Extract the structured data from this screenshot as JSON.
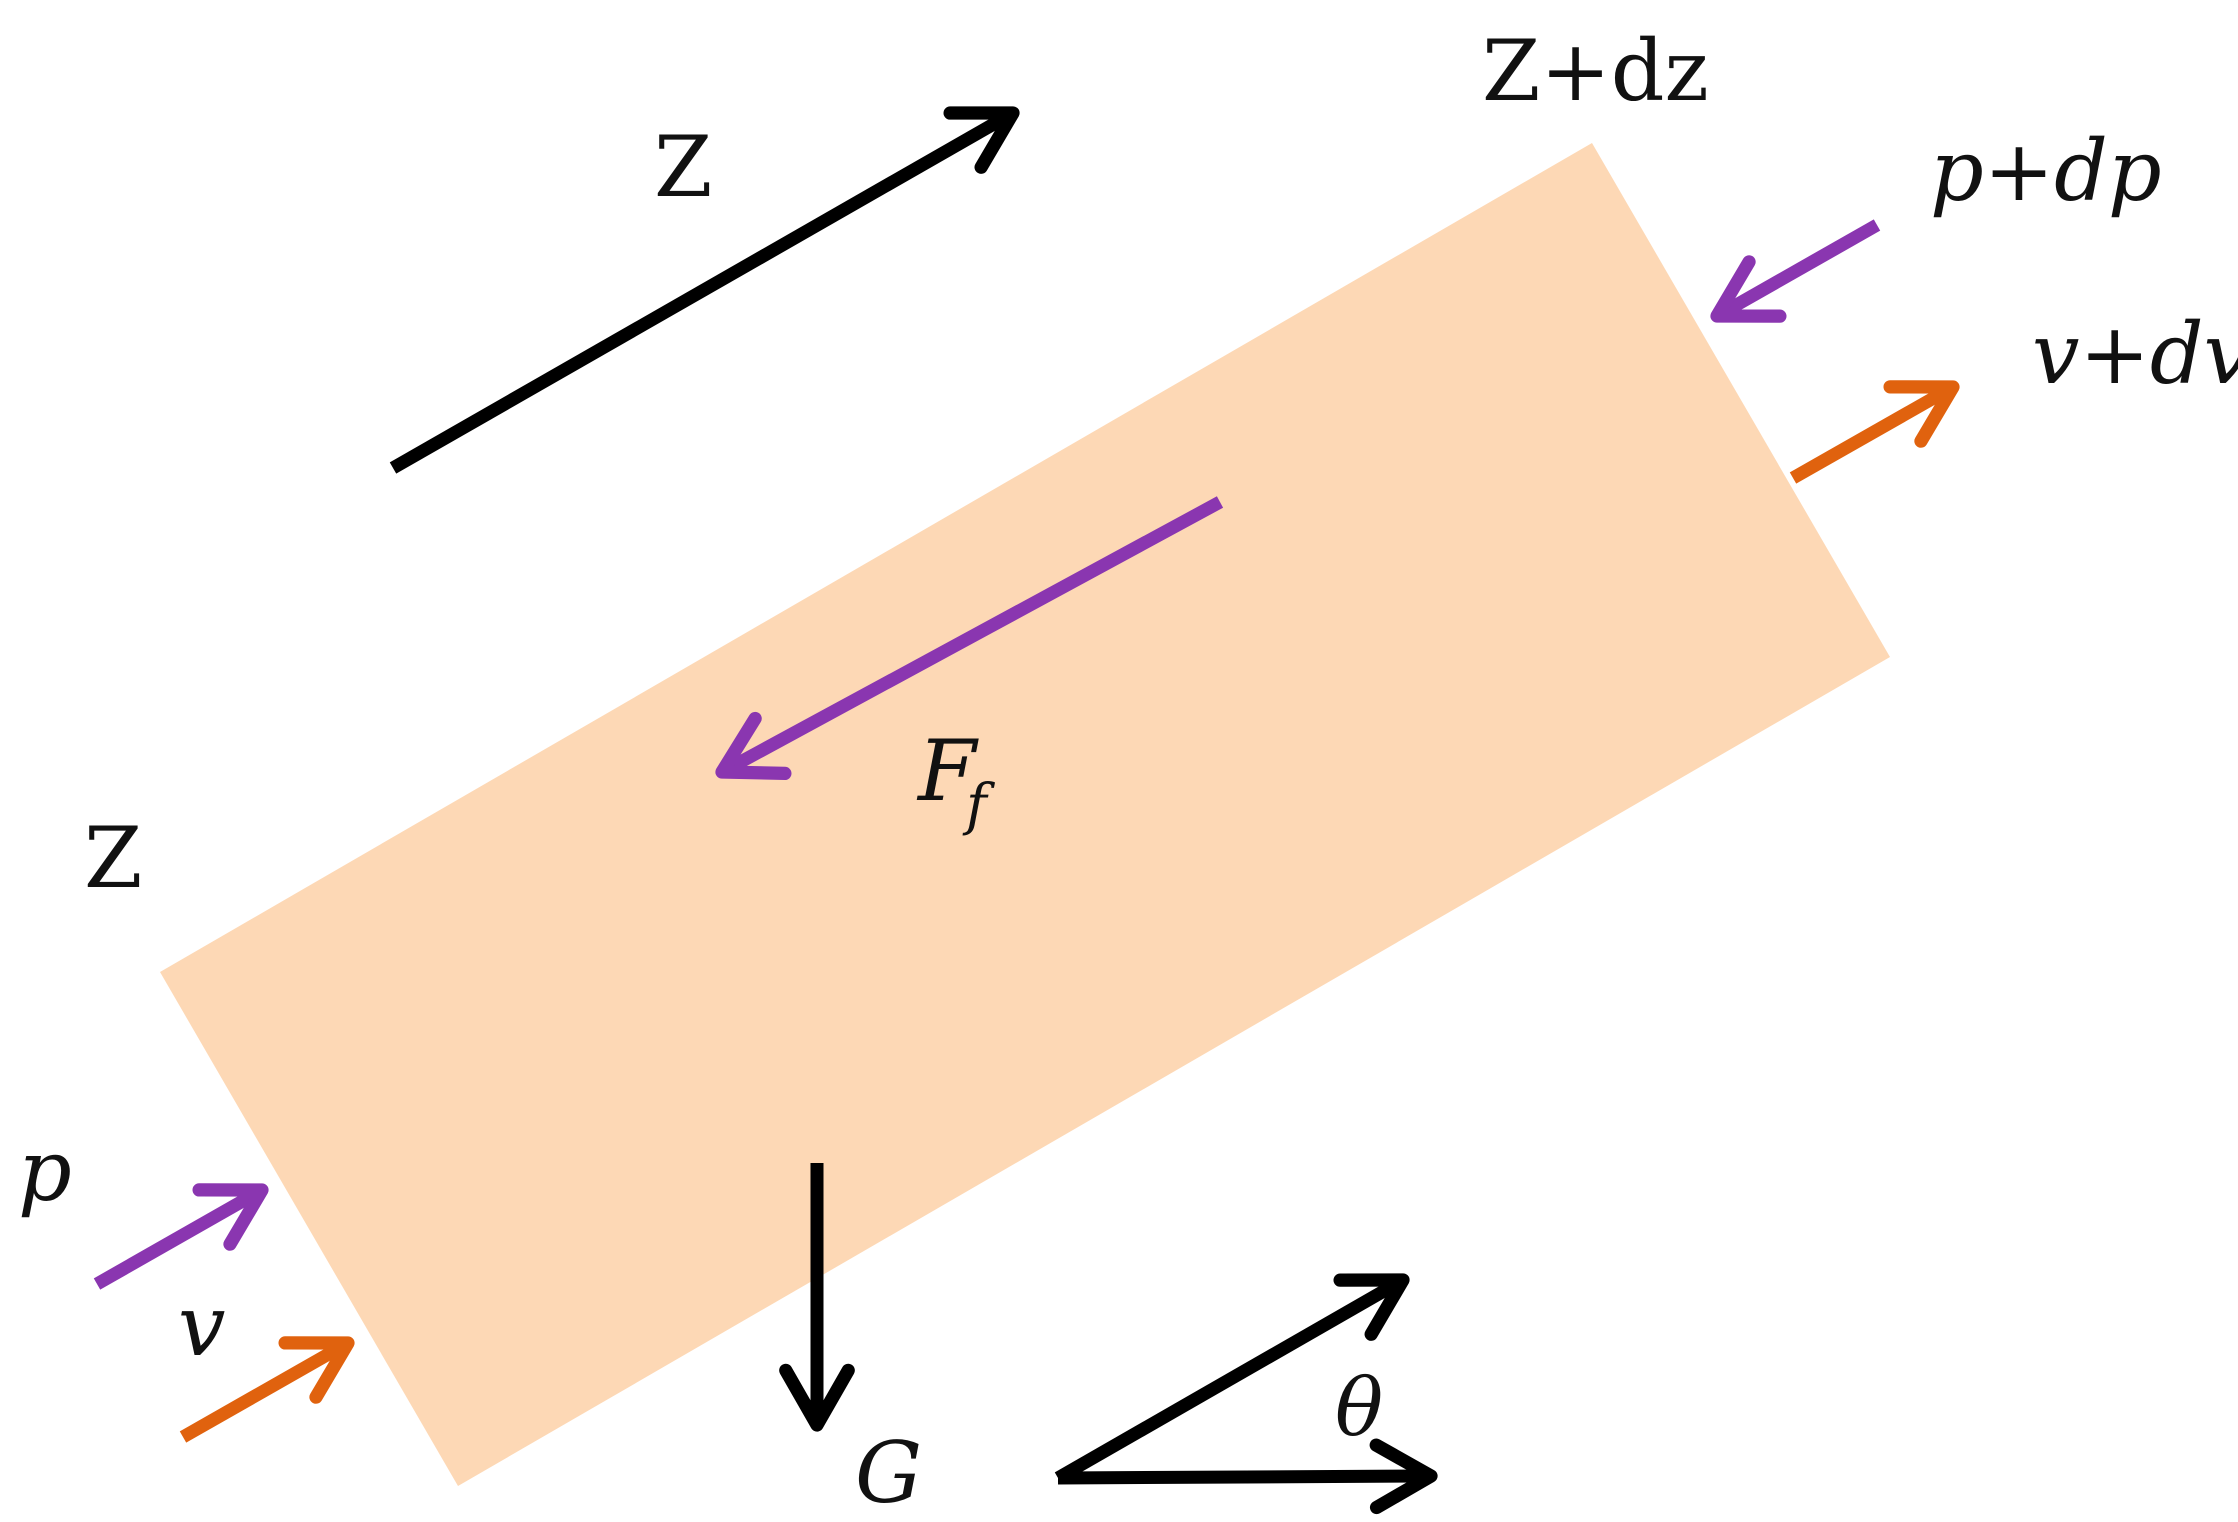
{
  "colors": {
    "element_fill": "#fdd8b5",
    "axis": "#000000",
    "pressure": "#8a36b0",
    "velocity": "#e0620e",
    "friction": "#8a36b0",
    "text": "#111111"
  },
  "labels": {
    "z_axis": "Z",
    "z_top": "Z+dz",
    "z_bottom": "Z",
    "p_top": "p+dp",
    "v_top": "v+dv",
    "p_bottom": "p",
    "v_bottom": "v",
    "friction_main": "F",
    "friction_sub": "f",
    "gravity": "G",
    "angle": "θ"
  }
}
